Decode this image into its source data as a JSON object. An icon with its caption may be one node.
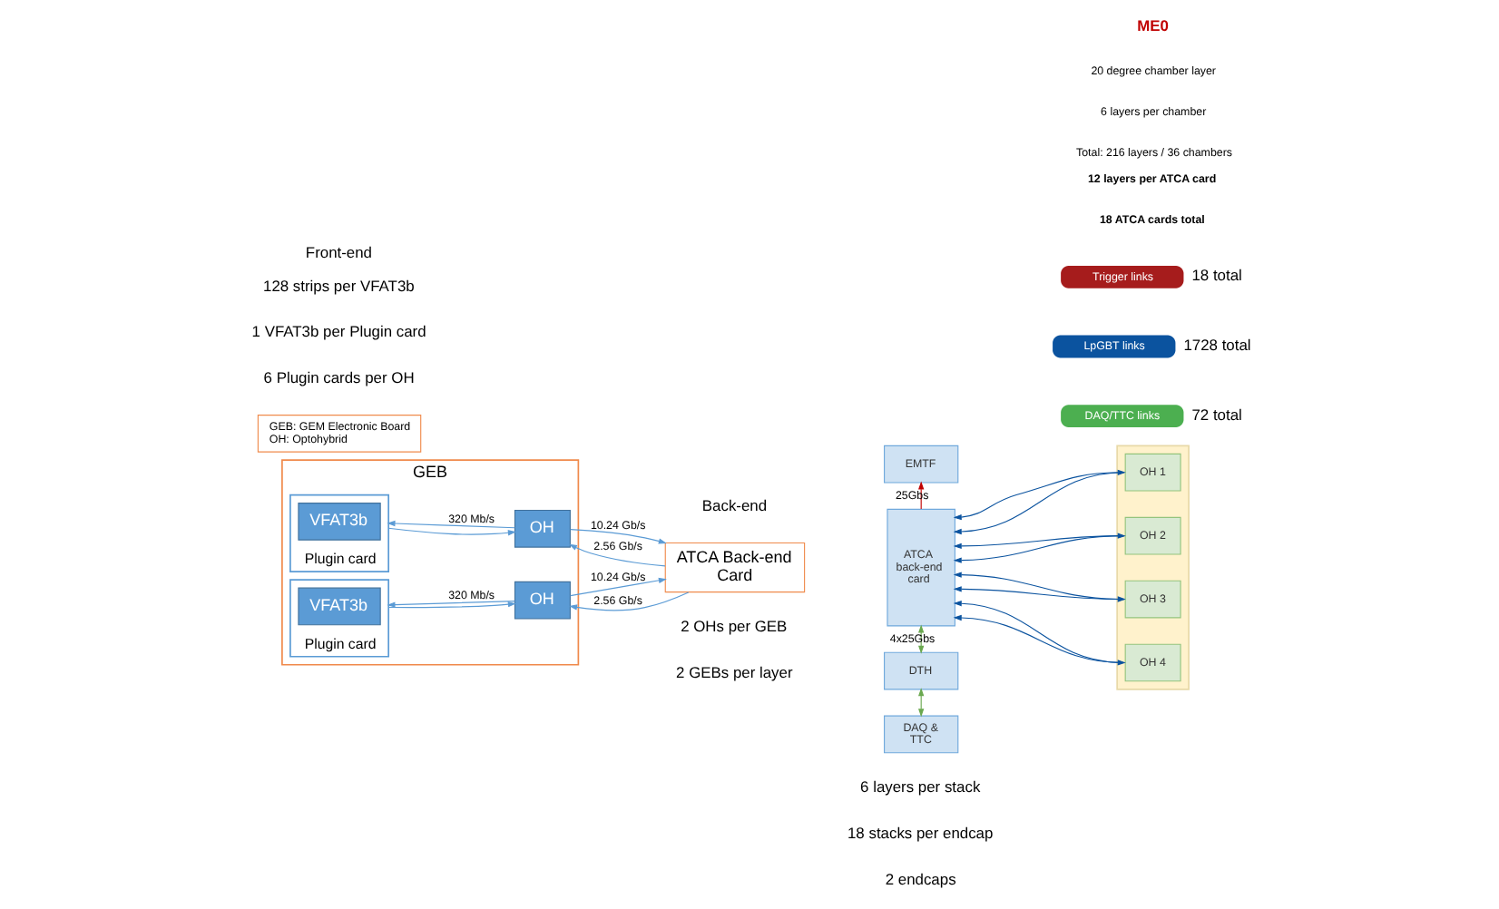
{
  "diagram": {
    "nodes": [
      {
        "text": [
          "GEB"
        ]
      },
      {
        "text": [
          "Plugin card"
        ],
        "in": 0
      },
      {
        "text": [
          "VFAT3b"
        ],
        "in": 1
      },
      {
        "text": [
          "OH"
        ],
        "in": 0
      },
      {
        "text": [
          "Plugin card"
        ],
        "in": 0
      },
      {
        "text": [
          "VFAT3b"
        ],
        "in": 4
      },
      {
        "text": [
          "OH"
        ],
        "in": 0
      },
      {
        "text": [
          "ATCA Back-end Card"
        ]
      },
      {
        "text": [
          "EMTF"
        ]
      },
      {
        "text": [
          "ATCA back-end card"
        ]
      },
      {
        "text": [],
        "shape": "trapezoid"
      },
      {
        "text": [
          "OH 1"
        ],
        "in": 10
      },
      {
        "text": [
          "OH 2"
        ],
        "in": 10
      },
      {
        "text": [
          "OH 3"
        ],
        "in": 10
      },
      {
        "text": [
          "OH 4"
        ],
        "in": 10
      },
      {
        "text": [
          "DTH"
        ]
      },
      {
        "text": [
          "DAQ & TTC"
        ]
      },
      {
        "text": [
          "Trigger links"
        ],
        "beside": [
          "18 total"
        ]
      },
      {
        "text": [
          "LpGBT links"
        ],
        "beside": [
          "1728 total"
        ]
      },
      {
        "text": [
          "DAQ/TTC links"
        ],
        "beside": [
          "72 total"
        ]
      },
      {
        "text": [
          "GEB: GEM Electronic Board",
          "OH: Optohybrid"
        ]
      }
    ],
    "edges": [
      {
        "from": 1,
        "to": 3,
        "arrow": "to"
      },
      {
        "from": 3,
        "to": 1,
        "arrow": "to",
        "label": "320 Mb/s"
      },
      {
        "from": 3,
        "to": 7,
        "arrow": "to",
        "label": "10.24 Gb/s"
      },
      {
        "from": 7,
        "to": 3,
        "arrow": "to",
        "label": "2.56 Gb/s"
      },
      {
        "from": 4,
        "to": 6,
        "arrow": "to"
      },
      {
        "from": 6,
        "to": 4,
        "arrow": "to",
        "label": "320 Mb/s"
      },
      {
        "from": 6,
        "to": 7,
        "arrow": "to",
        "label": "10.24 Gb/s"
      },
      {
        "from": 7,
        "to": 6,
        "arrow": "to",
        "label": "2.56 Gb/s"
      },
      {
        "from": 9,
        "to": 8,
        "arrow": "to",
        "label": "25Gbs",
        "color": "#c00000"
      },
      {
        "from": 9,
        "to": 11,
        "arrow": "both",
        "color": "#0b539f"
      },
      {
        "from": 11,
        "to": 9,
        "arrow": "to",
        "color": "#0b539f"
      },
      {
        "from": 9,
        "to": 12,
        "arrow": "both",
        "color": "#0b539f"
      },
      {
        "from": 12,
        "to": 9,
        "arrow": "to",
        "color": "#0b539f"
      },
      {
        "from": 9,
        "to": 13,
        "arrow": "both",
        "color": "#0b539f"
      },
      {
        "from": 13,
        "to": 9,
        "arrow": "to",
        "color": "#0b539f"
      },
      {
        "from": 9,
        "to": 14,
        "arrow": "both",
        "color": "#0b539f"
      },
      {
        "from": 14,
        "to": 9,
        "arrow": "to",
        "color": "#0b539f"
      },
      {
        "from": 9,
        "to": 15,
        "arrow": "both",
        "label": "4x25Gbs",
        "color": "#6aa84f"
      },
      {
        "from": 15,
        "to": 16,
        "arrow": "both",
        "color": "#6aa84f"
      }
    ],
    "labels": [
      "Front-end",
      "Back-end",
      "ME0",
      "20 degree chamber layer",
      "6 layers per chamber",
      "Total: 216 layers / 36 chambers",
      "12 layers per ATCA card",
      "18 ATCA cards total",
      "128 strips per VFAT3b",
      "2 OHs per GEB",
      "6 layers per stack",
      "1 VFAT3b per Plugin card",
      "2 GEBs per layer",
      "18 stacks per endcap",
      "6 Plugin cards per OH",
      "2 endcaps"
    ]
  }
}
